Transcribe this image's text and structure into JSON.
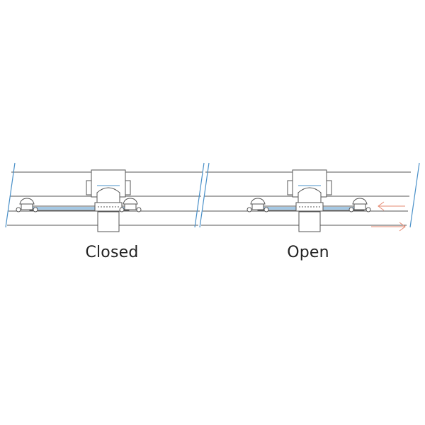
{
  "panels": [
    {
      "label": "Closed",
      "state": "closed"
    },
    {
      "label": "Open",
      "state": "open"
    }
  ],
  "colors": {
    "outline": "#555555",
    "glass_edge": "#4a90c8",
    "arrow": "#e58a72",
    "background": "#ffffff"
  },
  "icons": {
    "movement_arrows": "left-right-arrow-pair"
  }
}
